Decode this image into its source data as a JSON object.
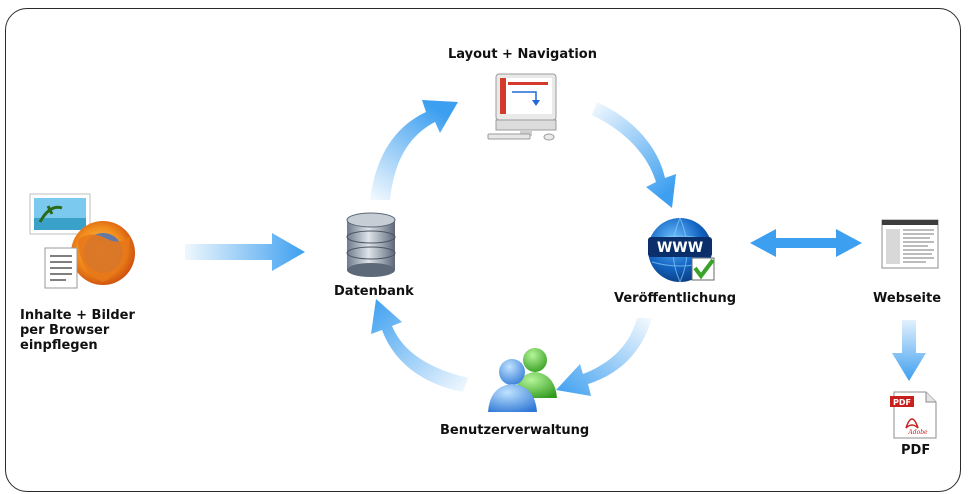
{
  "nodes": {
    "inhalte": {
      "label": "Inhalte + Bilder\nper Browser\neinpflegen",
      "icon": "firefox-content-icon"
    },
    "datenbank": {
      "label": "Datenbank",
      "icon": "database-icon"
    },
    "layout": {
      "label": "Layout + Navigation",
      "icon": "imac-monitor-icon"
    },
    "veroeffentlichung": {
      "label": "Veröffentlichung",
      "icon": "www-globe-check-icon"
    },
    "benutzer": {
      "label": "Benutzerverwaltung",
      "icon": "users-icon"
    },
    "webseite": {
      "label": "Webseite",
      "icon": "webpage-thumbnail-icon"
    },
    "pdf": {
      "label": "PDF",
      "icon": "pdf-document-icon",
      "icon_text": "PDF",
      "icon_subtext": "Adobe"
    }
  },
  "colors": {
    "arrow": "#3d9ff0",
    "arrow_fade": "#e6f3fd",
    "frame": "#2a2a2a"
  }
}
